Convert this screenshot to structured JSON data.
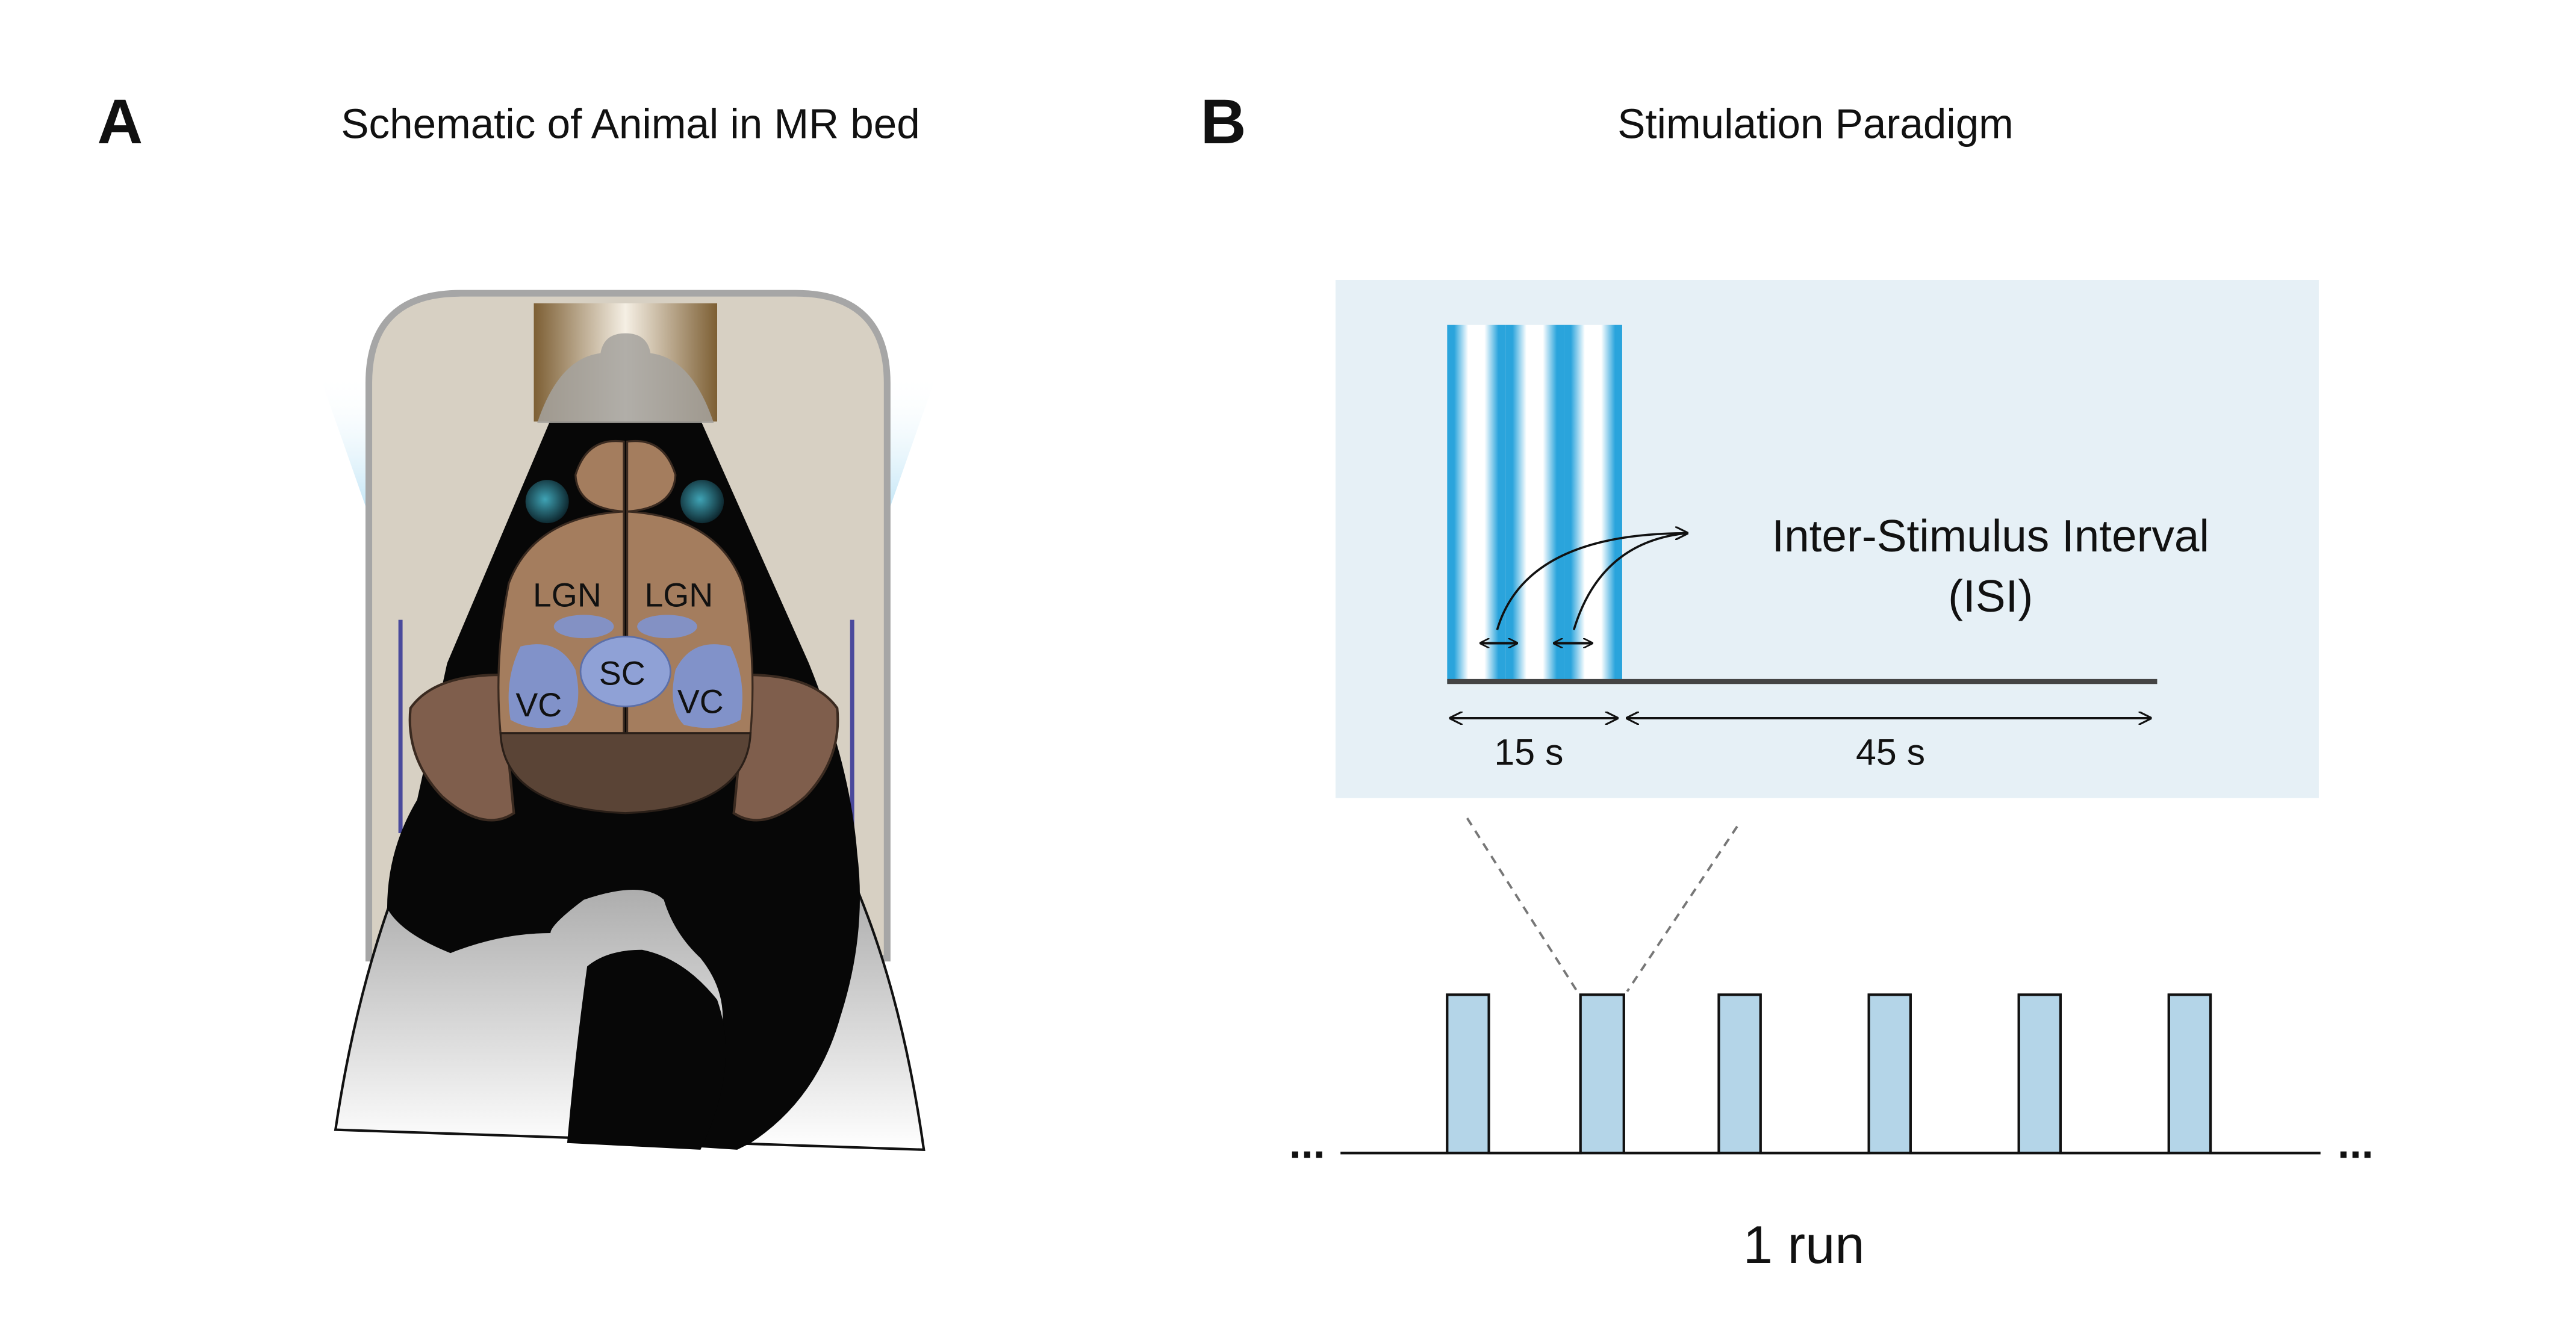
{
  "panel_a": {
    "letter": "A",
    "title": "Schematic of Animal in MR bed",
    "regions": {
      "lgn_left": "LGN",
      "lgn_right": "LGN",
      "sc": "SC",
      "vc_left": "VC",
      "vc_right": "VC"
    }
  },
  "panel_b": {
    "letter": "B",
    "title": "Stimulation Paradigm",
    "isi_label_line1": "Inter-Stimulus Interval",
    "isi_label_line2": "(ISI)",
    "stim_duration_label": "15 s",
    "rest_duration_label": "45 s",
    "ellipsis_left": "...",
    "ellipsis_right": "...",
    "run_label": "1 run"
  },
  "colors": {
    "stim_blue": "#2aa4dc",
    "inset_background": "#e6f0f6",
    "block_fill": "#b4d5e8",
    "brain_brown": "#a47d5e",
    "region_blue": "#7f93cf",
    "bed_beige": "#d7d0c3"
  }
}
